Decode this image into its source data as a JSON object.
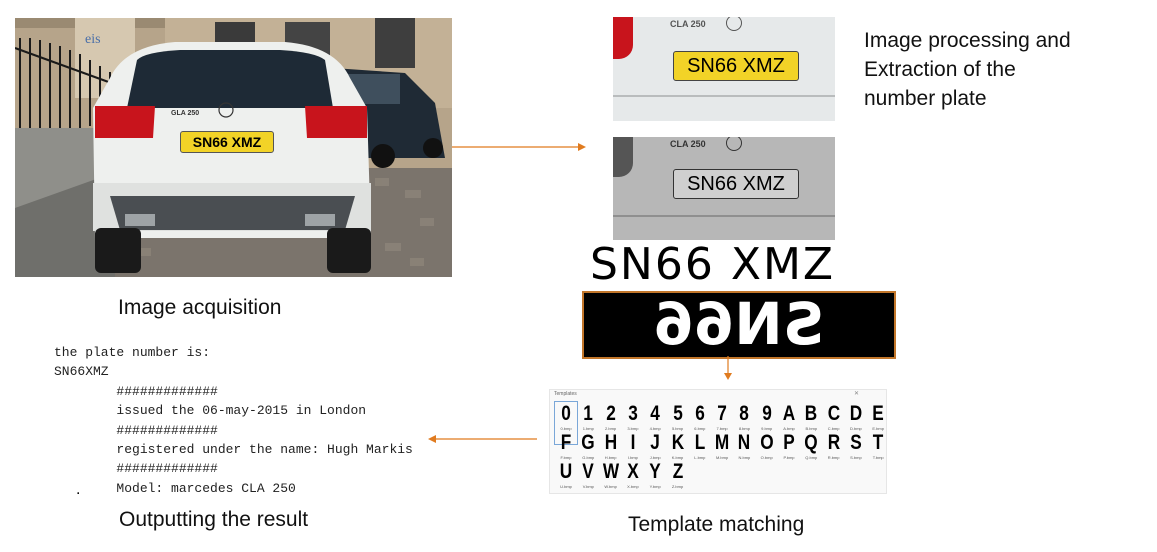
{
  "stages": {
    "acquisition_label": "Image acquisition",
    "processing_label_lines": [
      "Image processing and",
      "Extraction of the",
      "number plate"
    ],
    "matching_label": "Template matching",
    "output_label": "Outputting the result"
  },
  "plate": {
    "text": "SN66 XMZ",
    "car_badge": "GLA 250",
    "crop_badge": "CLA 250",
    "binary_text": "SN66 XMZ"
  },
  "output": {
    "lines": [
      "the plate number is:",
      "SN66XMZ",
      "        #############",
      "        issued the 06-may-2015 in London",
      "        #############",
      "        registered under the name: Hugh Markis",
      "        #############",
      "        Model: marcedes CLA 250"
    ],
    "bullet": "."
  },
  "templates": {
    "window_title": "Templates",
    "row1": [
      {
        "char": "0",
        "file": "0.bmp"
      },
      {
        "char": "1",
        "file": "1.bmp"
      },
      {
        "char": "2",
        "file": "2.bmp"
      },
      {
        "char": "3",
        "file": "3.bmp"
      },
      {
        "char": "4",
        "file": "4.bmp"
      },
      {
        "char": "5",
        "file": "5.bmp"
      },
      {
        "char": "6",
        "file": "6.bmp"
      },
      {
        "char": "7",
        "file": "7.bmp"
      },
      {
        "char": "8",
        "file": "8.bmp"
      },
      {
        "char": "9",
        "file": "9.bmp"
      },
      {
        "char": "A",
        "file": "A.bmp"
      },
      {
        "char": "B",
        "file": "B.bmp"
      },
      {
        "char": "C",
        "file": "C.bmp"
      },
      {
        "char": "D",
        "file": "D.bmp"
      },
      {
        "char": "E",
        "file": "E.bmp"
      }
    ],
    "row2": [
      {
        "char": "F",
        "file": "F.bmp"
      },
      {
        "char": "G",
        "file": "G.bmp"
      },
      {
        "char": "H",
        "file": "H.bmp"
      },
      {
        "char": "I",
        "file": "I.bmp"
      },
      {
        "char": "J",
        "file": "J.bmp"
      },
      {
        "char": "K",
        "file": "K.bmp"
      },
      {
        "char": "L",
        "file": "L.bmp"
      },
      {
        "char": "M",
        "file": "M.bmp"
      },
      {
        "char": "N",
        "file": "N.bmp"
      },
      {
        "char": "O",
        "file": "O.bmp"
      },
      {
        "char": "P",
        "file": "P.bmp"
      },
      {
        "char": "Q",
        "file": "Q.bmp"
      },
      {
        "char": "R",
        "file": "R.bmp"
      },
      {
        "char": "S",
        "file": "S.bmp"
      },
      {
        "char": "T",
        "file": "T.bmp"
      }
    ],
    "row3": [
      {
        "char": "U",
        "file": "U.bmp"
      },
      {
        "char": "V",
        "file": "V.bmp"
      },
      {
        "char": "W",
        "file": "W.bmp"
      },
      {
        "char": "X",
        "file": "X.bmp"
      },
      {
        "char": "Y",
        "file": "Y.bmp"
      },
      {
        "char": "Z",
        "file": "Z.bmp"
      }
    ]
  },
  "colors": {
    "arrow": "#e07b1f",
    "plate_yellow": "#f2d327",
    "binary_border": "#c2762a",
    "car_body": "#eef0ee",
    "tail_light": "#c8141c"
  }
}
